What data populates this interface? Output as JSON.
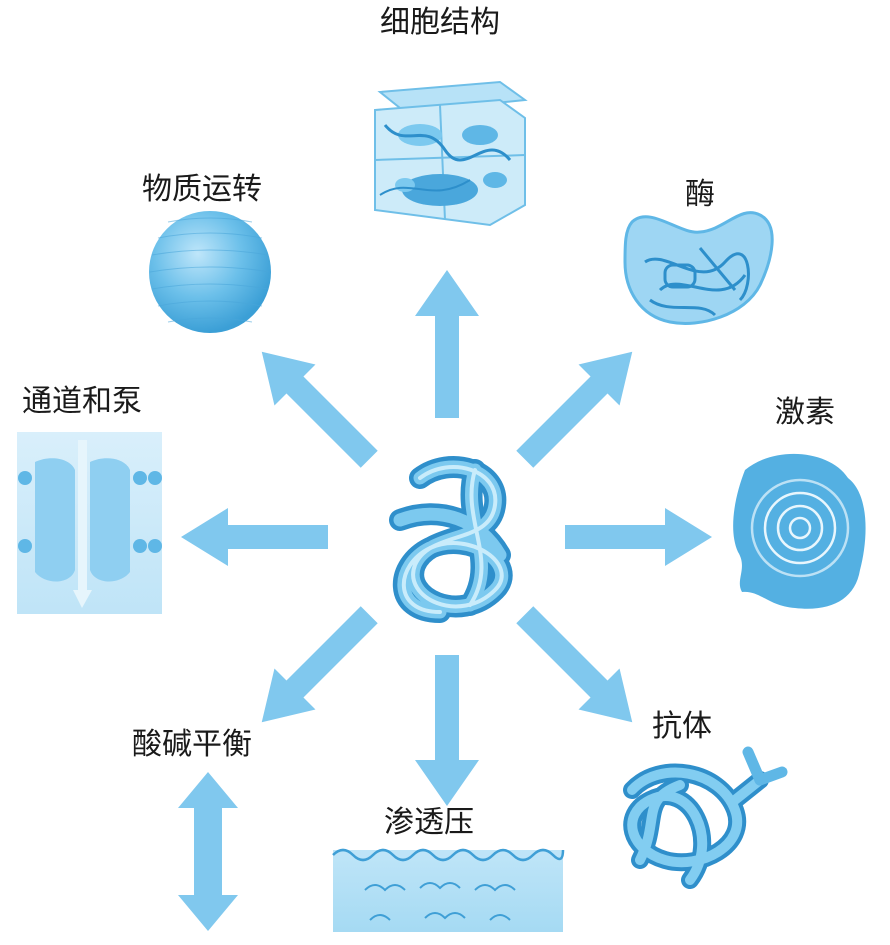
{
  "center": {
    "name": "protein"
  },
  "functions": [
    {
      "id": "cell-structure",
      "label": "细胞结构"
    },
    {
      "id": "enzyme",
      "label": "酶"
    },
    {
      "id": "hormone",
      "label": "激素"
    },
    {
      "id": "antibody",
      "label": "抗体"
    },
    {
      "id": "osmotic-pressure",
      "label": "渗透压"
    },
    {
      "id": "acid-base-balance",
      "label": "酸碱平衡"
    },
    {
      "id": "channels-pumps",
      "label": "通道和泵"
    },
    {
      "id": "transport",
      "label": "物质运转"
    }
  ],
  "colors": {
    "arrow": "#80c8ee",
    "light": "#a9dcf5",
    "mid": "#5fb7e6",
    "dark": "#2d8fcb",
    "pale": "#d6eef9"
  }
}
